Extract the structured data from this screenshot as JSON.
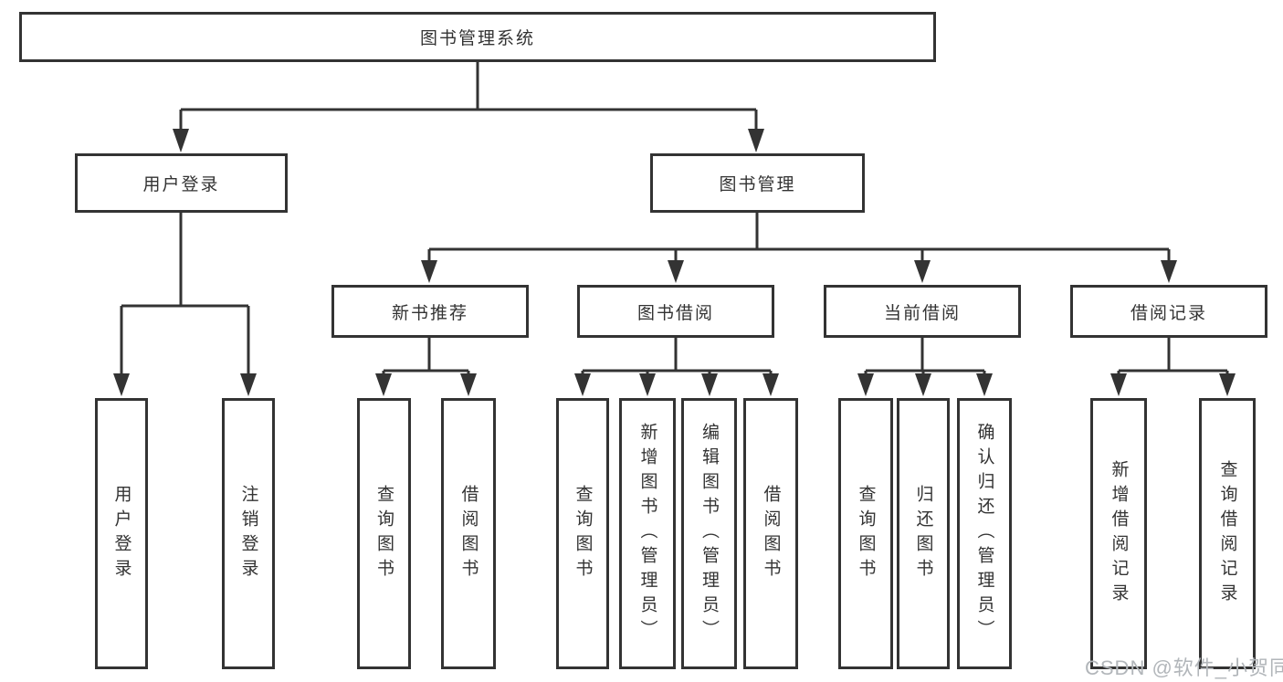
{
  "title": {
    "root": "图书管理系统"
  },
  "level2": {
    "login": "用户登录",
    "manage": "图书管理"
  },
  "level3": {
    "recommend": "新书推荐",
    "borrow": "图书借阅",
    "current": "当前借阅",
    "records": "借阅记录"
  },
  "leaves": {
    "login_user": "用户登录",
    "login_logout": "注销登录",
    "rec_query": "查询图书",
    "rec_borrow": "借阅图书",
    "bor_query": "查询图书",
    "bor_add": "新增图书（管理员）",
    "bor_edit": "编辑图书（管理员）",
    "bor_borrow": "借阅图书",
    "cur_query": "查询图书",
    "cur_return": "归还图书",
    "cur_confirm": "确认归还（管理员）",
    "rec2_add": "新增借阅记录",
    "rec2_query": "查询借阅记录"
  },
  "watermark": "CSDN @软件_小贺同学",
  "colors": {
    "line": "#333333",
    "text": "#333333",
    "watermark": "#b2b6ba",
    "background": "#ffffff"
  }
}
